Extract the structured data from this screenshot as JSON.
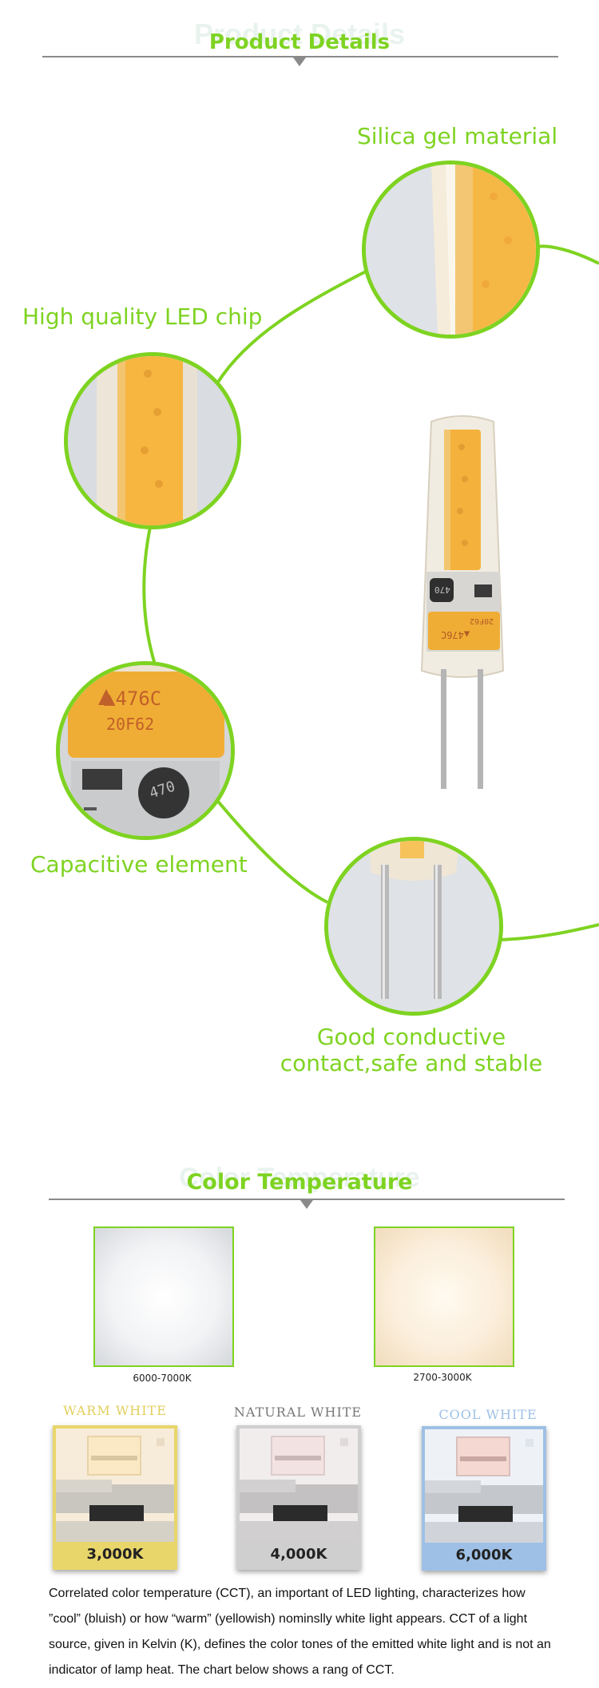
{
  "product_details": {
    "ghost_title": "Product Details",
    "title": "Product Details",
    "callouts": {
      "silica": "Silica gel material",
      "chip": "High quality LED chip",
      "capacitive": "Capacitive element",
      "contact": "Good conductive contact,safe and stable"
    },
    "chip_marking": {
      "top": "▲476C",
      "bottom": "20F62",
      "inductor": "470"
    },
    "bulb_marking": {
      "top": "▲476C",
      "bottom": "20F62",
      "inductor": "470"
    }
  },
  "color_temperature": {
    "ghost_title": "Color Temperature",
    "title": "Color Temperature",
    "swatches": [
      {
        "label": "6000-7000K"
      },
      {
        "label": "2700-3000K"
      }
    ],
    "tones": [
      {
        "name": "WARM WHITE",
        "kelvin": "3,000K",
        "color": "#e8d66a"
      },
      {
        "name": "NATURAL WHITE",
        "kelvin": "4,000K",
        "color": "#cfcfcf"
      },
      {
        "name": "COOL WHITE",
        "kelvin": "6,000K",
        "color": "#9ec0e6"
      }
    ],
    "description": "Correlated color temperature (CCT), an important of LED lighting, characterizes how ”cool” (bluish) or how “warm” (yellowish) nominslly white light appears. CCT of a light source, given in Kelvin (K), defines the color tones of the emitted white light and is not an indicator of lamp heat. The chart below shows a rang of CCT."
  },
  "colors": {
    "accent": "#7ed321",
    "rule": "#8a8a8a",
    "ghost": "#e9f3ee"
  }
}
